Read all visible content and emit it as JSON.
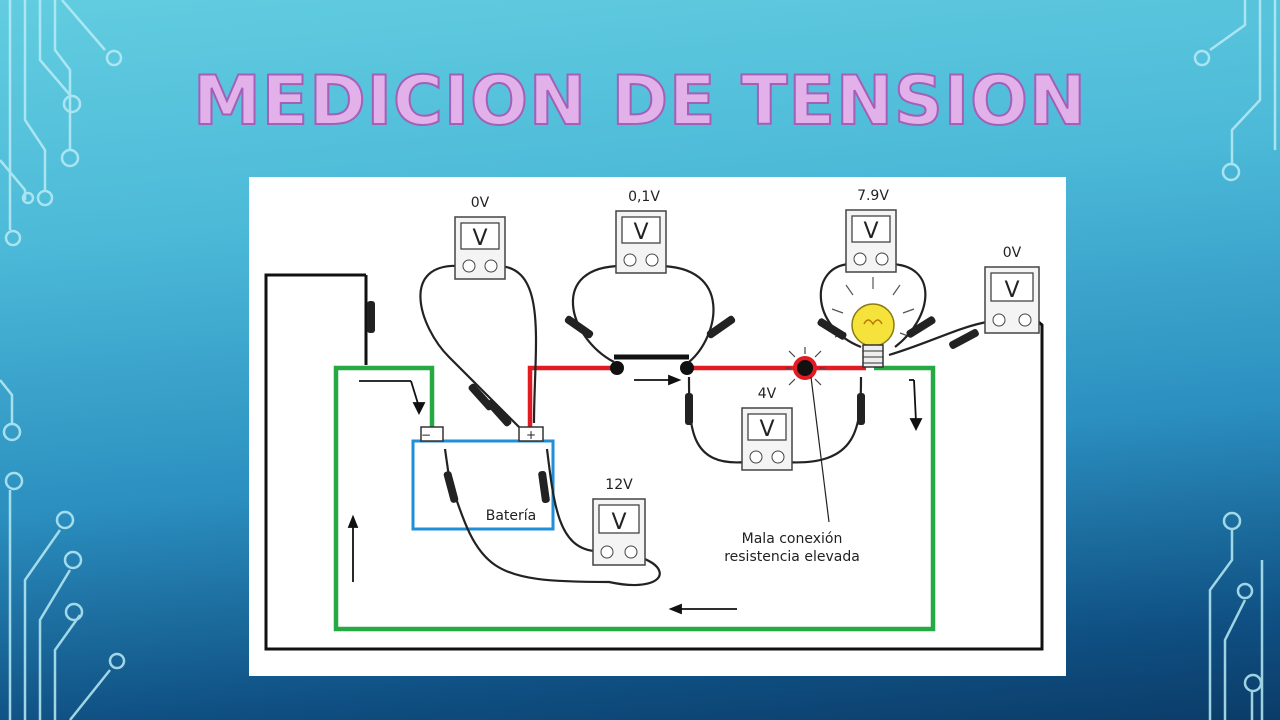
{
  "slide": {
    "title": "MEDICION DE TENSION"
  },
  "diagram": {
    "battery_label": "Batería",
    "fault_label_line1": "Mala conexión",
    "fault_label_line2": "resistencia elevada",
    "meters": [
      {
        "id": "meter-battery-ground",
        "reading": "0V",
        "face": "V"
      },
      {
        "id": "meter-switch",
        "reading": "0,1V",
        "face": "V"
      },
      {
        "id": "meter-lamp",
        "reading": "7.9V",
        "face": "V"
      },
      {
        "id": "meter-lamp-ground",
        "reading": "0V",
        "face": "V"
      },
      {
        "id": "meter-connection",
        "reading": "4V",
        "face": "V"
      },
      {
        "id": "meter-battery",
        "reading": "12V",
        "face": "V"
      }
    ],
    "colors": {
      "positive_wire": "#e21b22",
      "ground_wire": "#25a942",
      "battery_outline": "#1f8fd8",
      "lamp": "#f5e23a"
    }
  },
  "decoration": {
    "icon": "circuit-trace-icon"
  }
}
